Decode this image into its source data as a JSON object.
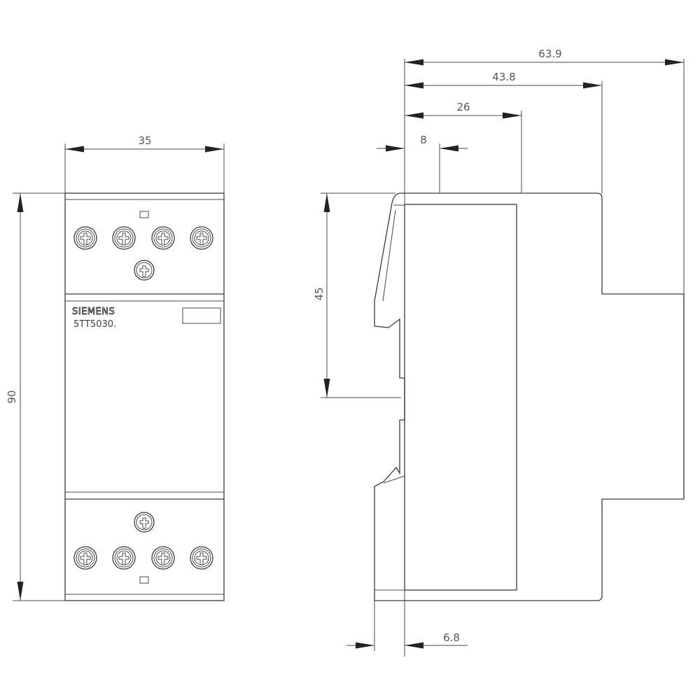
{
  "front_view": {
    "width_label": "35",
    "height_label": "90",
    "brand": "SIEMENS",
    "model": "5TT5030."
  },
  "side_view": {
    "dim_total_depth": "63.9",
    "dim_front_depth": "43.8",
    "dim_mid_depth": "26",
    "dim_offset": "8",
    "dim_rail_height": "45",
    "dim_bottom_offset": "6.8"
  },
  "colors": {
    "line": "#3a3a3a",
    "dimension_text": "#555555"
  }
}
